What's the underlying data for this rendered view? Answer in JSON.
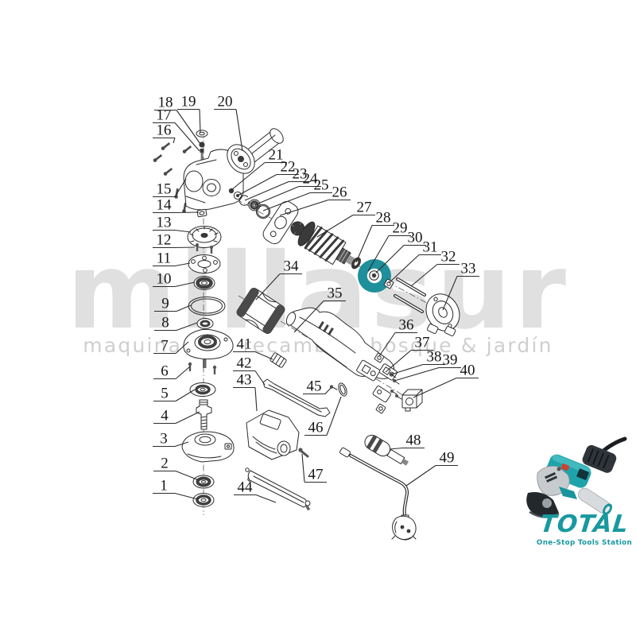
{
  "watermark": {
    "brand": "millasur",
    "tagline": "maquinaria y recambios bosque & jardín",
    "brand_color": "#e0e0e0",
    "tagline_color": "#cfcfcf"
  },
  "brand": {
    "name": "TOTAL",
    "tagline": "One-Stop Tools Station",
    "color": "#1899a0",
    "product_teal": "#1fa3ab"
  },
  "diagram": {
    "stroke_color": "#2b2b2b",
    "highlight": {
      "part_number": "30",
      "color": "#1e8f9b"
    },
    "parts": [
      {
        "n": "1",
        "label": [
          206,
          610
        ],
        "target": [
          249,
          628
        ]
      },
      {
        "n": "2",
        "label": [
          207,
          582
        ],
        "target": [
          250,
          604
        ]
      },
      {
        "n": "3",
        "label": [
          206,
          551
        ],
        "target": [
          237,
          556
        ]
      },
      {
        "n": "4",
        "label": [
          207,
          522
        ],
        "target": [
          251,
          518
        ]
      },
      {
        "n": "5",
        "label": [
          207,
          494
        ],
        "target": [
          245,
          490
        ]
      },
      {
        "n": "6",
        "label": [
          207,
          466
        ],
        "target": [
          239,
          461
        ]
      },
      {
        "n": "7",
        "label": [
          207,
          434
        ],
        "target": [
          237,
          430
        ]
      },
      {
        "n": "8",
        "label": [
          208,
          405
        ],
        "target": [
          248,
          406
        ]
      },
      {
        "n": "9",
        "label": [
          208,
          381
        ],
        "target": [
          240,
          384
        ]
      },
      {
        "n": "10",
        "label": [
          206,
          350
        ],
        "target": [
          245,
          355
        ]
      },
      {
        "n": "11",
        "label": [
          206,
          324
        ],
        "target": [
          239,
          331
        ]
      },
      {
        "n": "12",
        "label": [
          206,
          301
        ],
        "target": [
          245,
          311
        ]
      },
      {
        "n": "13",
        "label": [
          206,
          279
        ],
        "target": [
          240,
          292
        ]
      },
      {
        "n": "14",
        "label": [
          206,
          257
        ],
        "target": [
          250,
          267
        ]
      },
      {
        "n": "15",
        "label": [
          206,
          237
        ],
        "target": [
          234,
          225
        ]
      },
      {
        "n": "16",
        "label": [
          206,
          163
        ],
        "target": [
          218,
          180
        ]
      },
      {
        "n": "17",
        "label": [
          206,
          144
        ],
        "target": [
          251,
          190
        ]
      },
      {
        "n": "18",
        "label": [
          208,
          128
        ],
        "target": [
          252,
          181
        ]
      },
      {
        "n": "19",
        "label": [
          237,
          127
        ],
        "target": [
          252,
          167
        ]
      },
      {
        "n": "20",
        "label": [
          283,
          127
        ],
        "target": [
          305,
          190
        ]
      },
      {
        "n": "21",
        "label": [
          347,
          194
        ],
        "target": [
          291,
          239
        ]
      },
      {
        "n": "22",
        "label": [
          362,
          209
        ],
        "target": [
          299,
          246
        ]
      },
      {
        "n": "23",
        "label": [
          377,
          218
        ],
        "target": [
          308,
          252
        ]
      },
      {
        "n": "24",
        "label": [
          390,
          224
        ],
        "target": [
          320,
          258
        ]
      },
      {
        "n": "25",
        "label": [
          404,
          232
        ],
        "target": [
          331,
          265
        ]
      },
      {
        "n": "26",
        "label": [
          427,
          241
        ],
        "target": [
          352,
          271
        ]
      },
      {
        "n": "27",
        "label": [
          458,
          260
        ],
        "target": [
          399,
          298
        ]
      },
      {
        "n": "28",
        "label": [
          482,
          273
        ],
        "target": [
          448,
          330
        ]
      },
      {
        "n": "29",
        "label": [
          503,
          286
        ],
        "target": [
          463,
          341
        ]
      },
      {
        "n": "30",
        "label": [
          522,
          298
        ],
        "target": [
          473,
          343
        ]
      },
      {
        "n": "31",
        "label": [
          541,
          310
        ],
        "target": [
          489,
          356
        ]
      },
      {
        "n": "32",
        "label": [
          564,
          322
        ],
        "target": [
          517,
          360
        ]
      },
      {
        "n": "33",
        "label": [
          589,
          337
        ],
        "target": [
          557,
          390
        ]
      },
      {
        "n": "34",
        "label": [
          366,
          334
        ],
        "target": [
          322,
          377
        ]
      },
      {
        "n": "35",
        "label": [
          421,
          368
        ],
        "target": [
          370,
          418
        ]
      },
      {
        "n": "36",
        "label": [
          511,
          408
        ],
        "target": [
          477,
          448
        ]
      },
      {
        "n": "37",
        "label": [
          531,
          430
        ],
        "target": [
          485,
          468
        ]
      },
      {
        "n": "38",
        "label": [
          546,
          448
        ],
        "target": [
          492,
          471
        ]
      },
      {
        "n": "39",
        "label": [
          566,
          452
        ],
        "target": [
          496,
          479
        ]
      },
      {
        "n": "40",
        "label": [
          588,
          465
        ],
        "target": [
          520,
          500
        ]
      },
      {
        "n": "41",
        "label": [
          307,
          432
        ],
        "target": [
          343,
          452
        ]
      },
      {
        "n": "42",
        "label": [
          307,
          456
        ],
        "target": [
          333,
          484
        ]
      },
      {
        "n": "43",
        "label": [
          307,
          477
        ],
        "target": [
          323,
          517
        ]
      },
      {
        "n": "44",
        "label": [
          308,
          612
        ],
        "target": [
          347,
          632
        ]
      },
      {
        "n": "45",
        "label": [
          395,
          485
        ],
        "target": [
          417,
          487
        ]
      },
      {
        "n": "46",
        "label": [
          397,
          537
        ],
        "target": [
          429,
          499
        ]
      },
      {
        "n": "47",
        "label": [
          397,
          596
        ],
        "target": [
          380,
          571
        ]
      },
      {
        "n": "48",
        "label": [
          520,
          553
        ],
        "target": [
          490,
          565
        ]
      },
      {
        "n": "49",
        "label": [
          562,
          575
        ],
        "target": [
          511,
          611
        ]
      }
    ]
  }
}
